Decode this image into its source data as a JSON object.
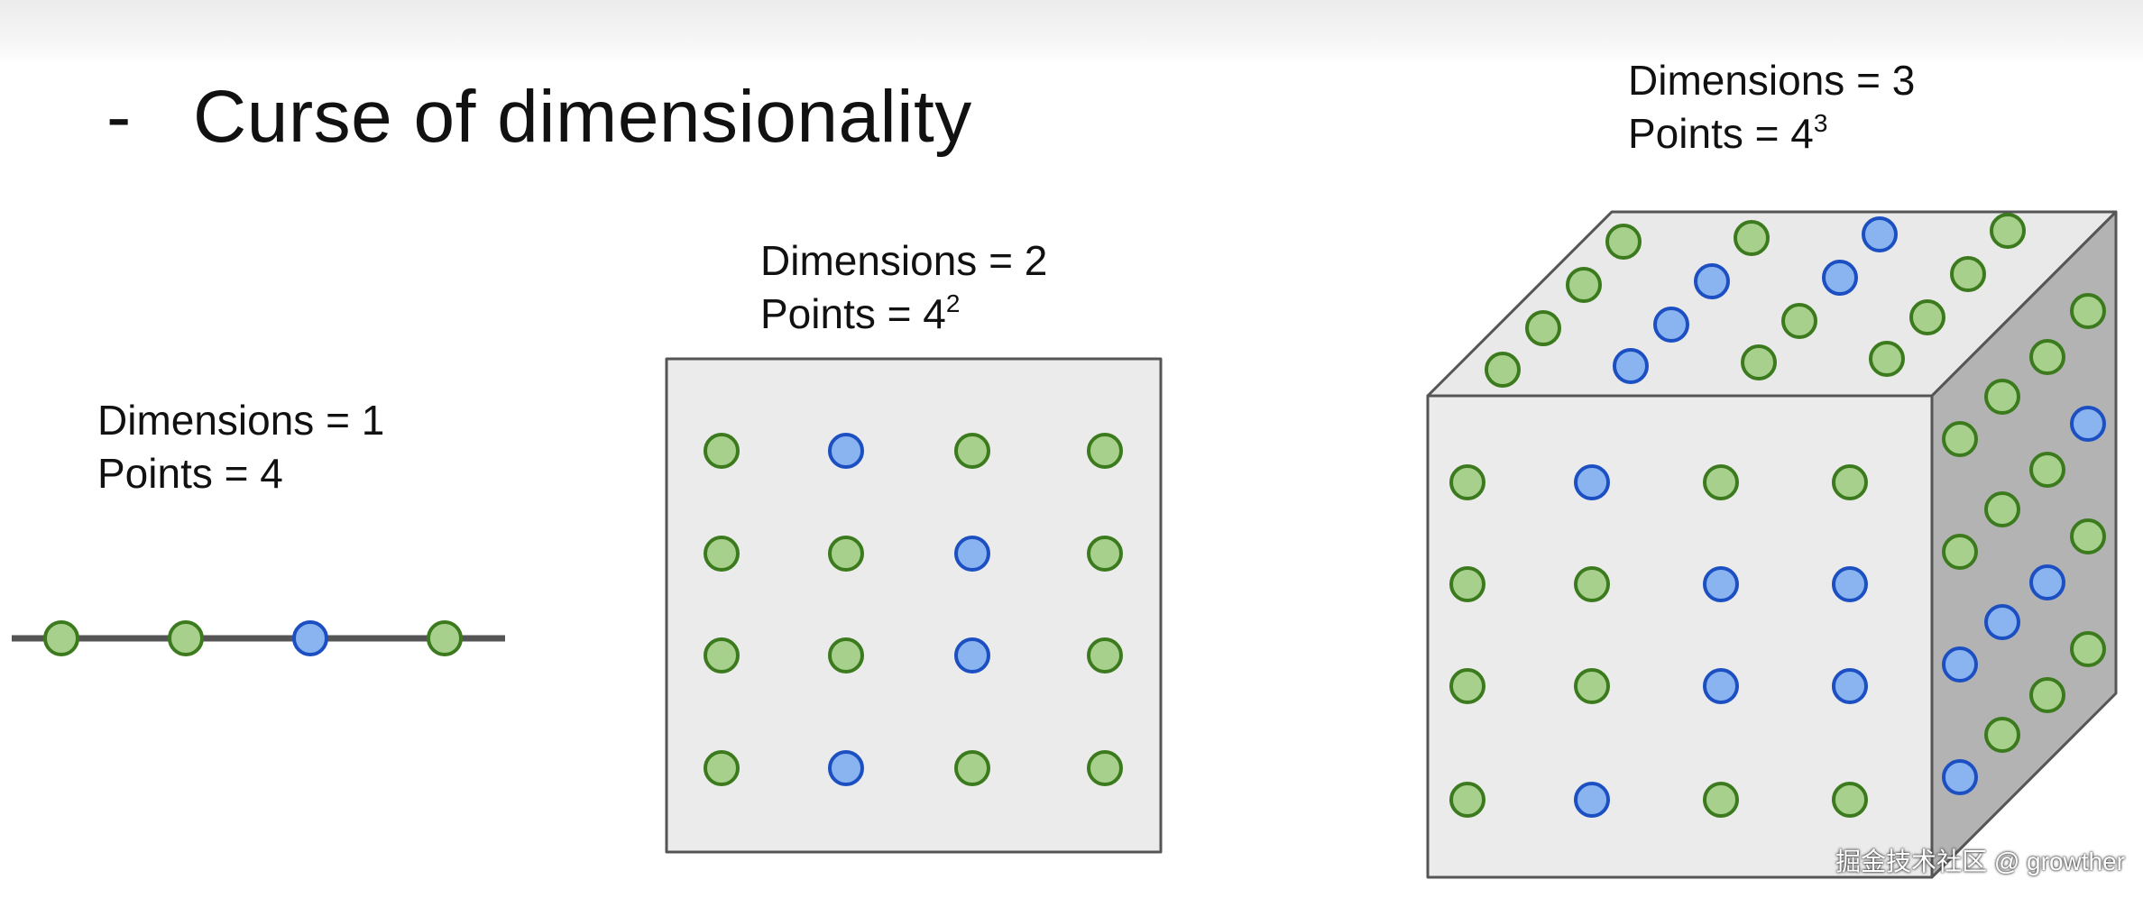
{
  "title": {
    "bullet": "-",
    "text": "Curse of dimensionality"
  },
  "panels": [
    {
      "dimensions_label": "Dimensions = 1",
      "points_label": "Points = 4",
      "points_exponent": "",
      "pattern": [
        "green",
        "green",
        "blue",
        "green"
      ]
    },
    {
      "dimensions_label": "Dimensions = 2",
      "points_label": "Points = 4",
      "points_exponent": "2",
      "pattern": [
        [
          "green",
          "blue",
          "green",
          "green"
        ],
        [
          "green",
          "green",
          "blue",
          "green"
        ],
        [
          "green",
          "green",
          "blue",
          "green"
        ],
        [
          "green",
          "blue",
          "green",
          "green"
        ]
      ]
    },
    {
      "dimensions_label": "Dimensions = 3",
      "points_label": "Points = 4",
      "points_exponent": "3",
      "front": [
        [
          "green",
          "blue",
          "green",
          "green"
        ],
        [
          "green",
          "green",
          "blue",
          "blue"
        ],
        [
          "green",
          "green",
          "blue",
          "blue"
        ],
        [
          "green",
          "blue",
          "green",
          "green"
        ]
      ],
      "top": [
        [
          "green",
          "green",
          "blue",
          "green"
        ],
        [
          "green",
          "blue",
          "blue",
          "green"
        ],
        [
          "green",
          "blue",
          "green",
          "green"
        ],
        [
          "green",
          "blue",
          "green",
          "green"
        ]
      ],
      "side": [
        [
          "green",
          "green",
          "green",
          "green"
        ],
        [
          "green",
          "green",
          "green",
          "blue"
        ],
        [
          "blue",
          "blue",
          "blue",
          "green"
        ],
        [
          "blue",
          "green",
          "green",
          "green"
        ]
      ]
    }
  ],
  "colors": {
    "green_fill": "#a8d08d",
    "green_stroke": "#3c7a1e",
    "blue_fill": "#8ab4f0",
    "blue_stroke": "#1c4fc2",
    "face_front": "#ebebeb",
    "face_top": "#e9e9e9",
    "face_side": "#b3b3b3",
    "edge": "#555555",
    "axis_line": "#555555"
  },
  "watermark": "掘金技术社区 @ growther"
}
